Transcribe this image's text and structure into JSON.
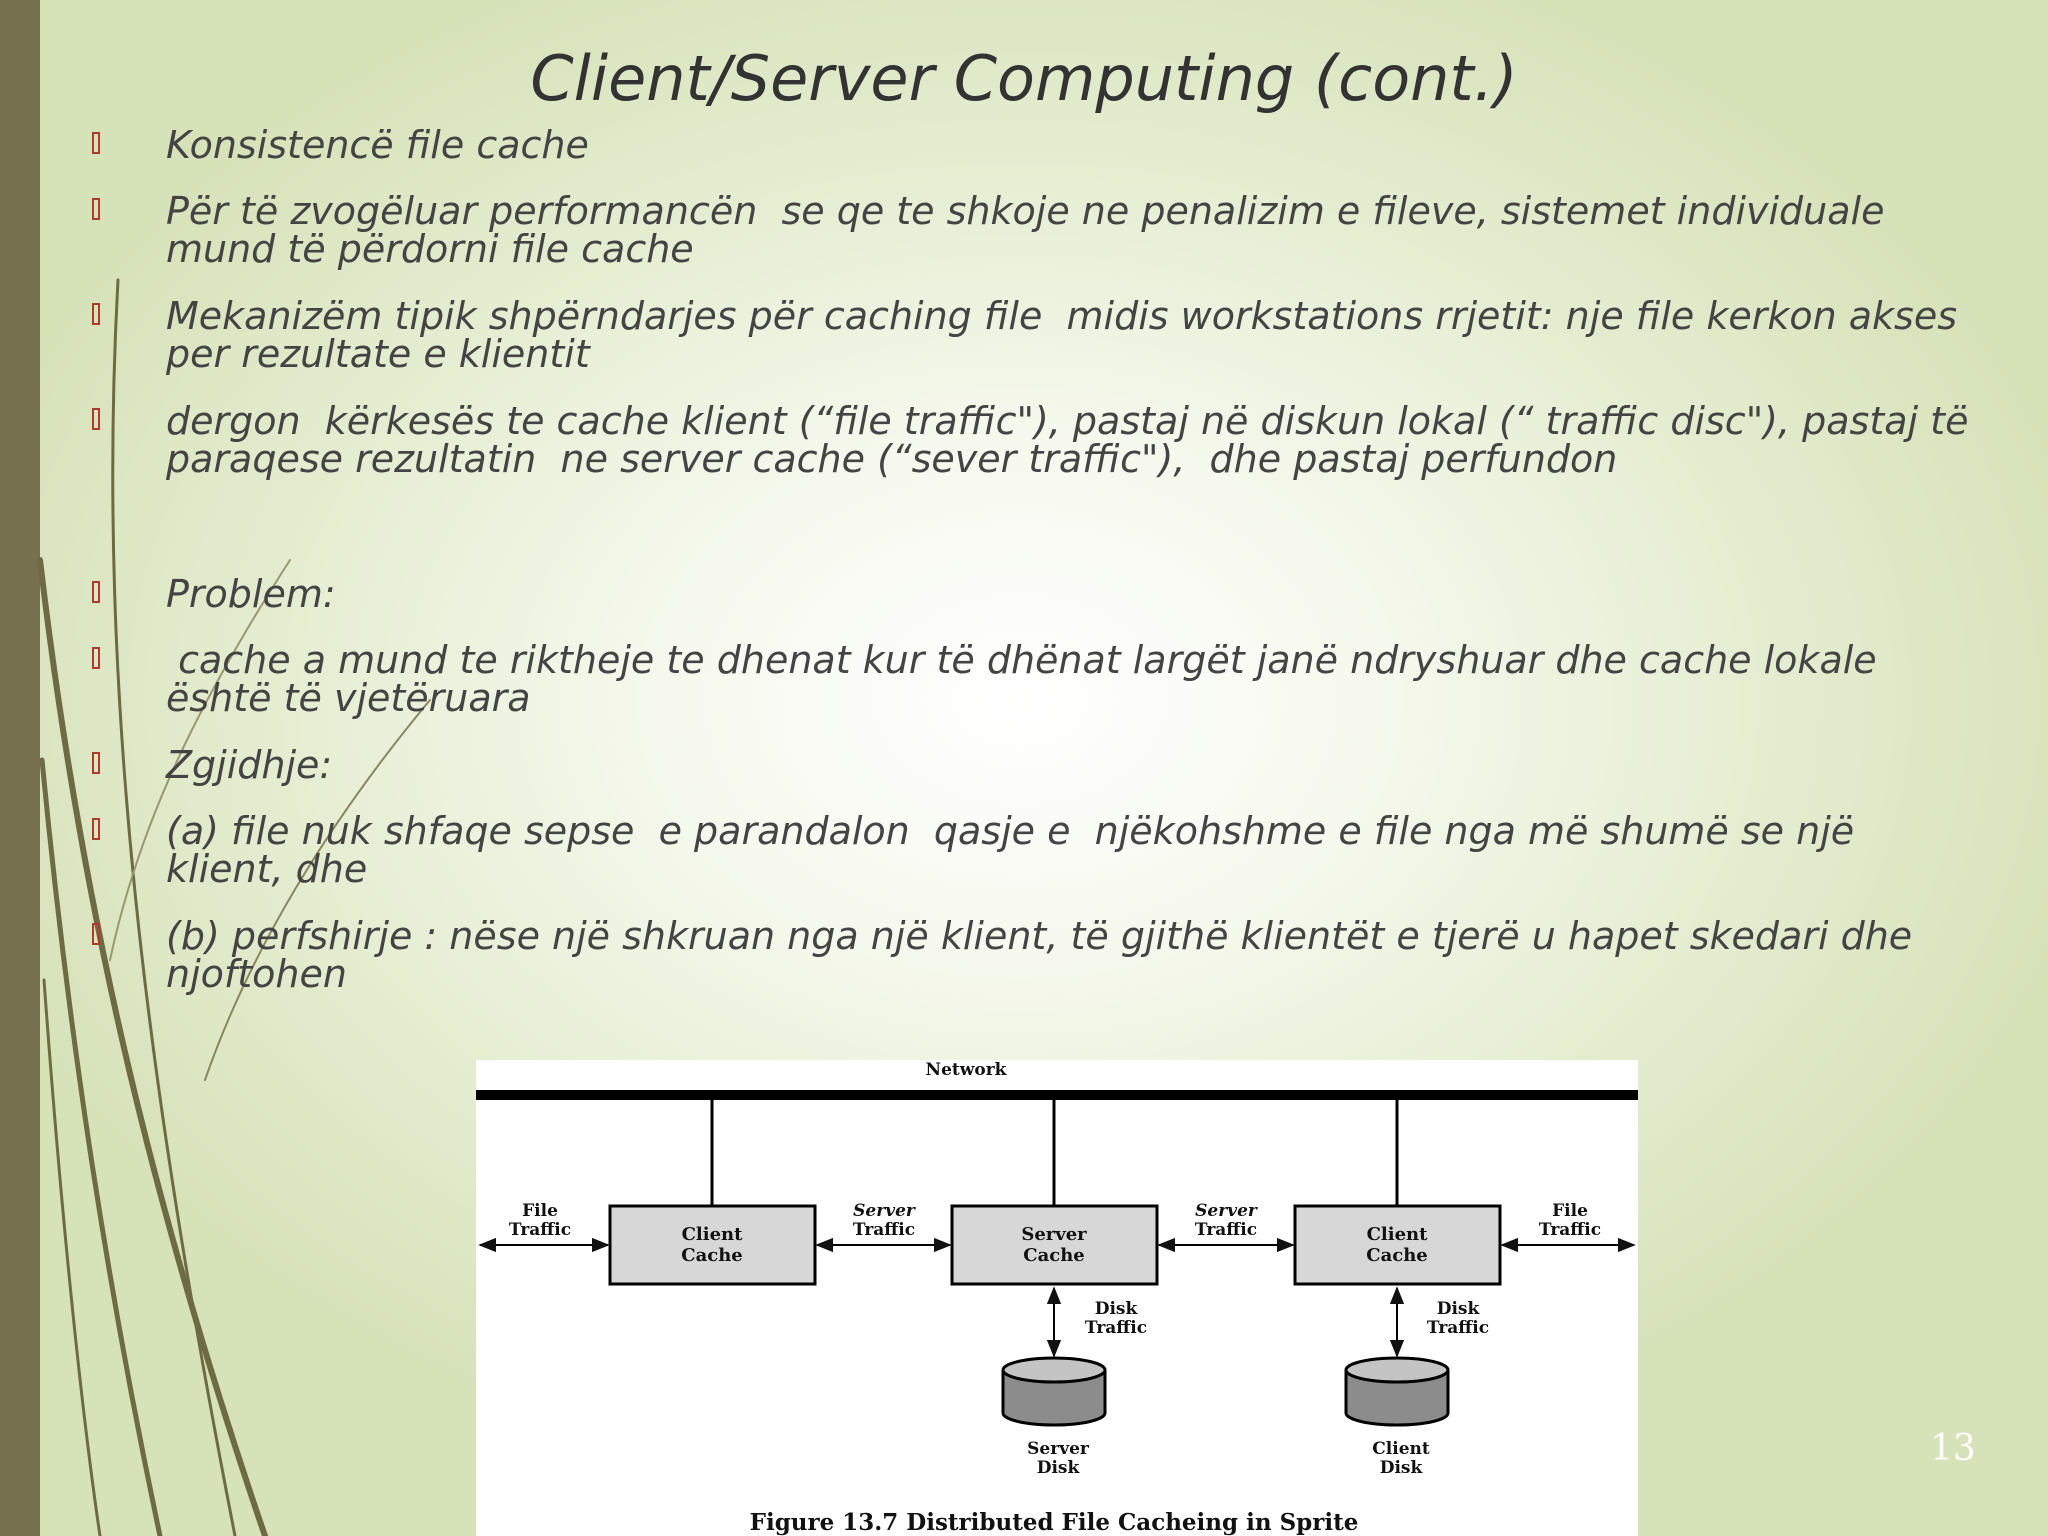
{
  "slide": {
    "title": "Client/Server Computing (cont.)",
    "page_number": "13",
    "colors": {
      "left_bar": "#76704f",
      "bullet": "#b23a2a",
      "text": "#444444"
    }
  },
  "bullets": [
    "Konsistencë file cache",
    "Për të zvogëluar performancën  se qe te shkoje ne penalizim e fileve, sistemet individuale\nmund të përdorni file cache",
    "Mekanizëm tipik shpërndarjes për caching file  midis workstations rrjetit: nje file kerkon akses\nper rezultate e klientit",
    "dergon  kërkesës te cache klient (“file traffic\"), pastaj në diskun lokal (“ traffic disc\"), pastaj të\nparaqese rezultatin  ne server cache (“sever traffic\"),  dhe pastaj perfundon",
    "Problem:",
    " cache a mund te riktheje te dhenat kur të dhënat largët janë ndryshuar dhe cache lokale\nështë të vjetëruara",
    "Zgjidhje:",
    "(a) file nuk shfaqe sepse  e parandalon  qasje e  njëkohshme e file nga më shumë se një\nklient, dhe",
    "(b) perfshirje : nëse një shkruan nga një klient, të gjithë klientët e tjerë u hapet skedari dhe\nnjoftohen"
  ],
  "figure": {
    "network_label": "Network",
    "left_file_traffic": [
      "File",
      "Traffic"
    ],
    "client_cache_left": [
      "Client",
      "Cache"
    ],
    "server_traffic_left": [
      "Server",
      "Traffic"
    ],
    "server_cache": [
      "Server",
      "Cache"
    ],
    "server_traffic_right": [
      "Server",
      "Traffic"
    ],
    "client_cache_right": [
      "Client",
      "Cache"
    ],
    "right_file_traffic": [
      "File",
      "Traffic"
    ],
    "disk_traffic_left": [
      "Disk",
      "Traffic"
    ],
    "disk_traffic_right": [
      "Disk",
      "Traffic"
    ],
    "server_disk": [
      "Server",
      "Disk"
    ],
    "client_disk": [
      "Client",
      "Disk"
    ],
    "caption": "Figure 13.7  Distributed File Cacheing in Sprite"
  }
}
